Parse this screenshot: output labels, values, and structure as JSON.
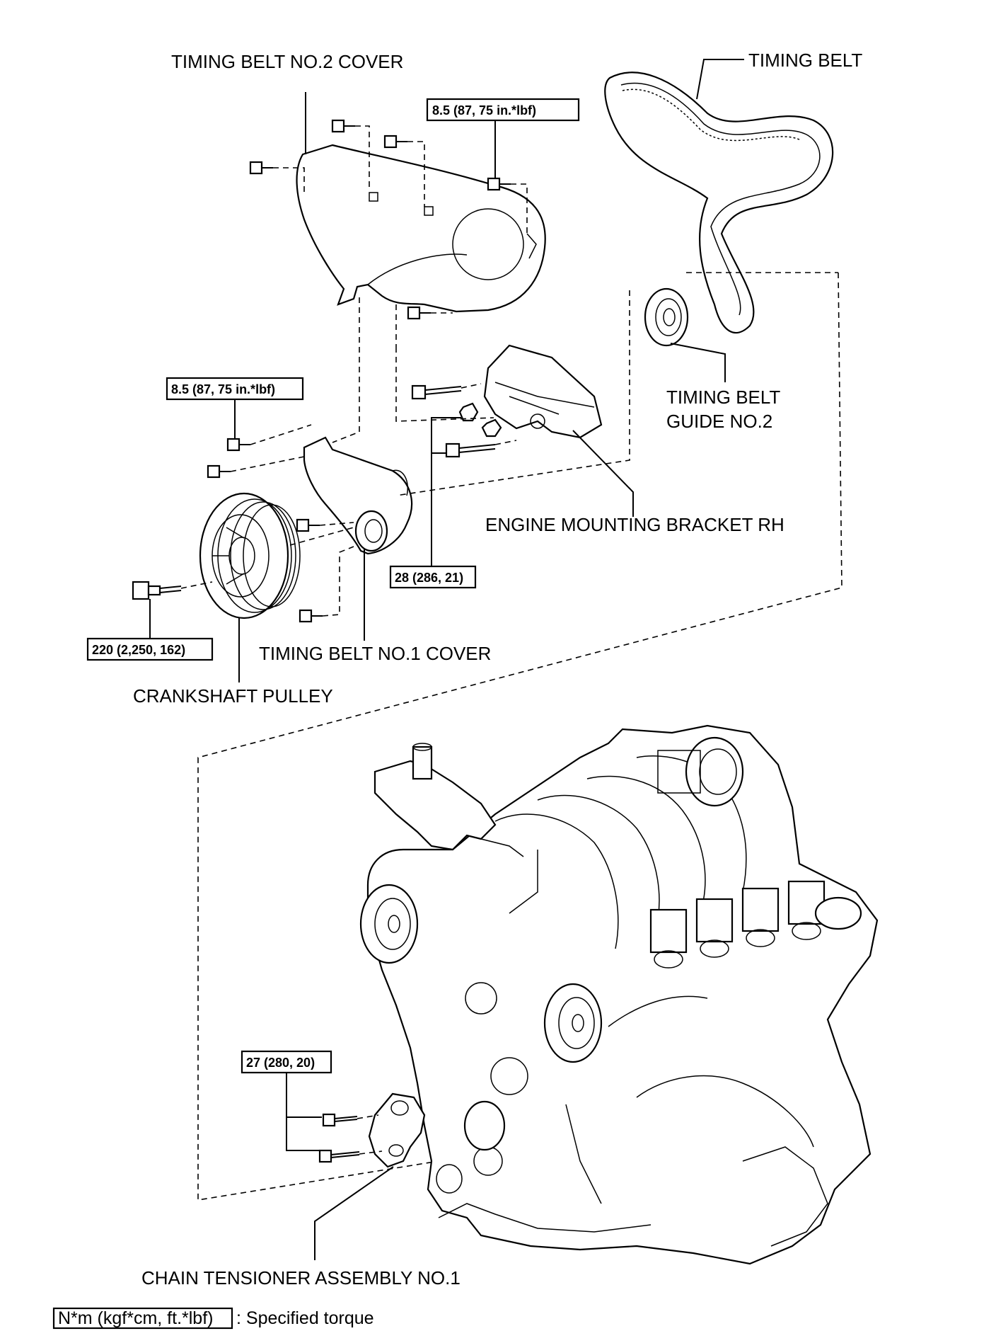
{
  "labels": {
    "timing_belt_no2_cover": "TIMING BELT NO.2 COVER",
    "timing_belt": "TIMING BELT",
    "timing_belt_guide_line1": "TIMING BELT",
    "timing_belt_guide_line2": "GUIDE NO.2",
    "engine_mounting_bracket": "ENGINE MOUNTING BRACKET RH",
    "timing_belt_no1_cover": "TIMING BELT NO.1 COVER",
    "crankshaft_pulley": "CRANKSHAFT PULLEY",
    "chain_tensioner": "CHAIN TENSIONER ASSEMBLY NO.1"
  },
  "torques": {
    "no2_cover_bolt": "8.5 (87, 75 in.*lbf)",
    "no1_cover_bolt": "8.5 (87, 75 in.*lbf)",
    "bracket_bolt": "28 (286, 21)",
    "pulley_bolt": "220 (2,250, 162)",
    "tensioner_bolt": "27 (280, 20)"
  },
  "legend": {
    "unit_box": "N*m (kgf*cm, ft.*lbf)",
    "text": ": Specified torque"
  }
}
